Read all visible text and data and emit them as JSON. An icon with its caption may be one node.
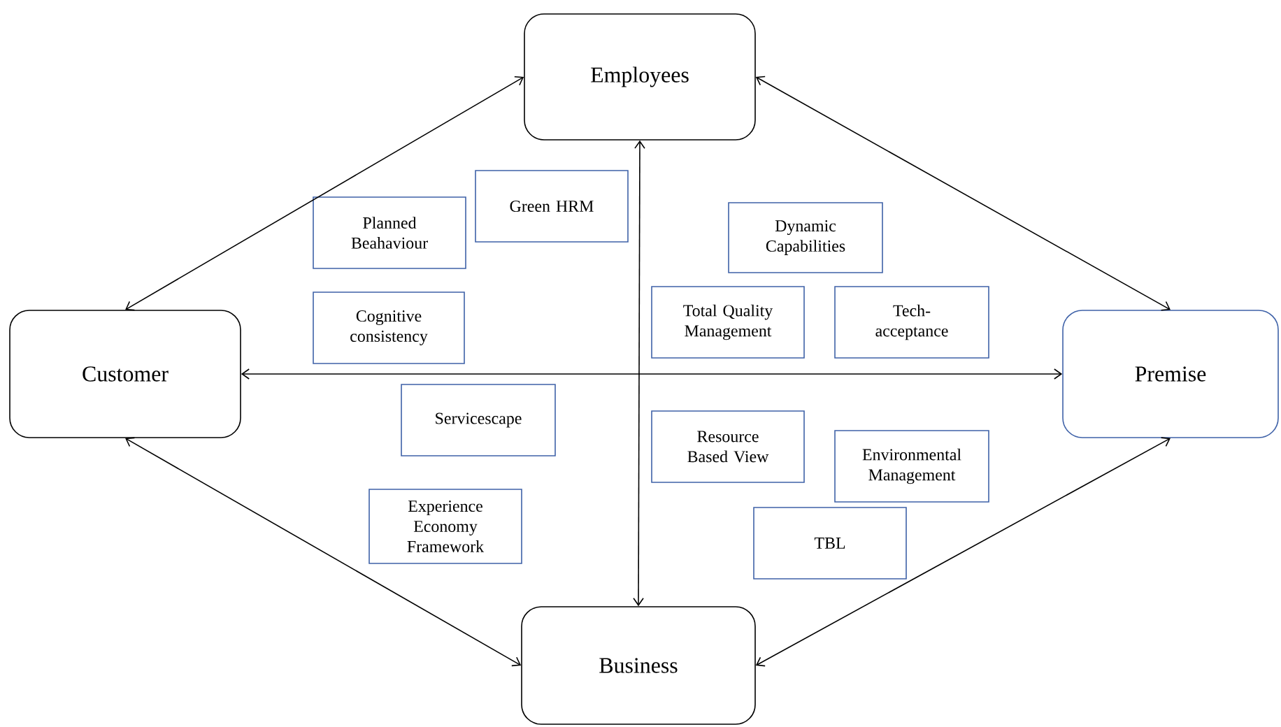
{
  "diagram": {
    "nodes": [
      {
        "text": [
          "Employees"
        ]
      },
      {
        "text": [
          "Customer"
        ]
      },
      {
        "text": [
          "Premise"
        ]
      },
      {
        "text": [
          "Business"
        ]
      },
      {
        "text": [
          "Green HRM"
        ]
      },
      {
        "text": [
          "Planned Beahaviour"
        ]
      },
      {
        "text": [
          "Dynamic Capabilities"
        ]
      },
      {
        "text": [
          "Total Quality Management"
        ]
      },
      {
        "text": [
          "Tech- acceptance"
        ]
      },
      {
        "text": [
          "Cognitive consistency"
        ]
      },
      {
        "text": [
          "Servicescape"
        ]
      },
      {
        "text": [
          "Resource Based View"
        ]
      },
      {
        "text": [
          "Environmental Management"
        ]
      },
      {
        "text": [
          "Experience Economy Framework"
        ]
      },
      {
        "text": [
          "TBL"
        ]
      }
    ],
    "edges": [
      {
        "from": 1,
        "to": 0,
        "arrow": "both"
      },
      {
        "from": 0,
        "to": 2,
        "arrow": "both"
      },
      {
        "from": 0,
        "to": 3,
        "arrow": "both"
      },
      {
        "from": 1,
        "to": 2,
        "arrow": "both"
      },
      {
        "from": 1,
        "to": 3,
        "arrow": "both"
      },
      {
        "from": 2,
        "to": 3,
        "arrow": "both"
      }
    ]
  }
}
